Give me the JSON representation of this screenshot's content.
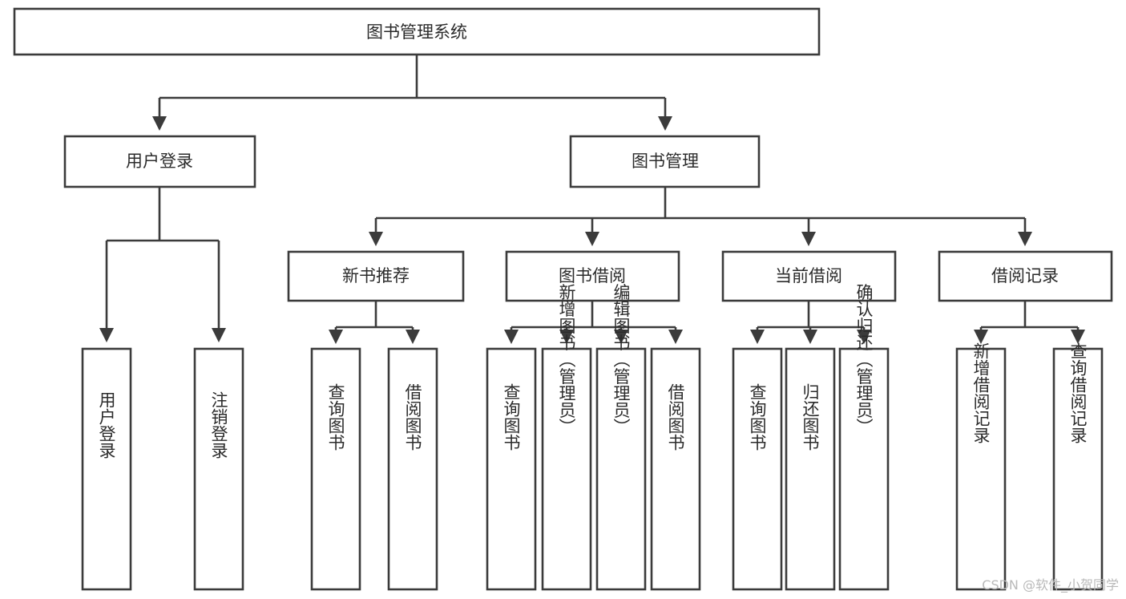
{
  "diagram": {
    "type": "tree",
    "title": "图书管理系统",
    "watermark": "CSDN @软件_小贺同学",
    "colors": {
      "box_stroke": "#3b3b3b",
      "box_fill": "#ffffff",
      "text": "#2b2b2b",
      "background": "#ffffff",
      "watermark": "#b9b9b9"
    },
    "nodes": {
      "root": {
        "label": "图书管理系统"
      },
      "level2": [
        {
          "label": "用户登录"
        },
        {
          "label": "图书管理"
        }
      ],
      "level3": [
        {
          "label": "新书推荐"
        },
        {
          "label": "图书借阅"
        },
        {
          "label": "当前借阅"
        },
        {
          "label": "借阅记录"
        }
      ],
      "leaves": {
        "user_login": [
          {
            "label": "用户登录"
          },
          {
            "label": "注销登录"
          }
        ],
        "new_book_recommend": [
          {
            "label": "查询图书"
          },
          {
            "label": "借阅图书"
          }
        ],
        "book_borrow": [
          {
            "label": "查询图书"
          },
          {
            "label": "新增图书（管理员）"
          },
          {
            "label": "编辑图书（管理员）"
          },
          {
            "label": "借阅图书"
          }
        ],
        "current_borrow": [
          {
            "label": "查询图书"
          },
          {
            "label": "归还图书"
          },
          {
            "label": "确认归还（管理员）"
          }
        ],
        "borrow_record": [
          {
            "label": "新增借阅记录"
          },
          {
            "label": "查询借阅记录"
          }
        ]
      }
    }
  }
}
